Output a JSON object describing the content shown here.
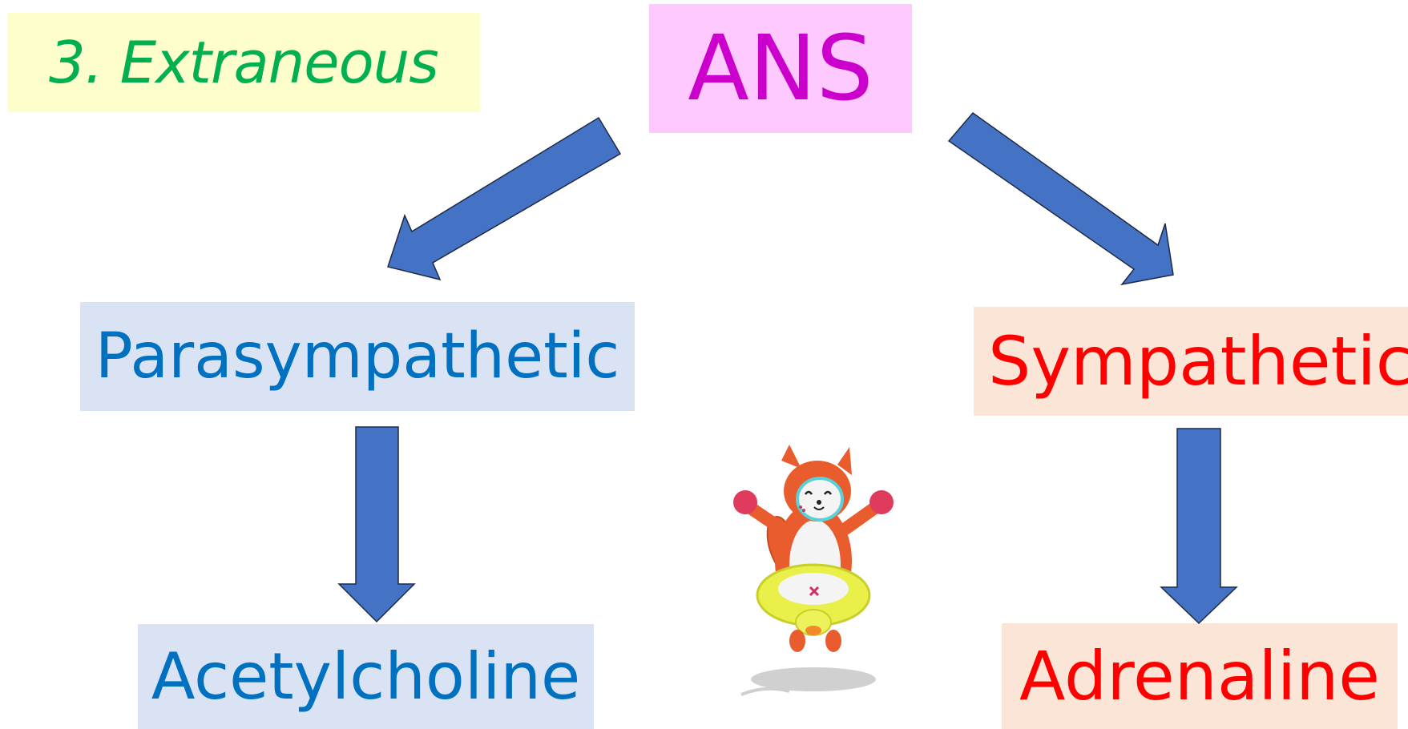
{
  "title": "3. Extraneous",
  "root": "ANS",
  "branches": [
    {
      "label": "Parasympathetic",
      "transmitter": "Acetylcholine"
    },
    {
      "label": "Sympathetic",
      "transmitter": "Adrenaline"
    }
  ],
  "colors": {
    "title_text": "#00b050",
    "title_bg": "#fefecc",
    "root_text": "#cc00cc",
    "root_bg": "#fdc9fe",
    "para_text": "#0070c0",
    "para_bg": "#dae3f3",
    "symp_text": "#ff0000",
    "symp_bg": "#fbe5d6",
    "arrow_fill": "#4472c4"
  },
  "mascot_icon": "fox-mascot-with-swim-ring-icon"
}
